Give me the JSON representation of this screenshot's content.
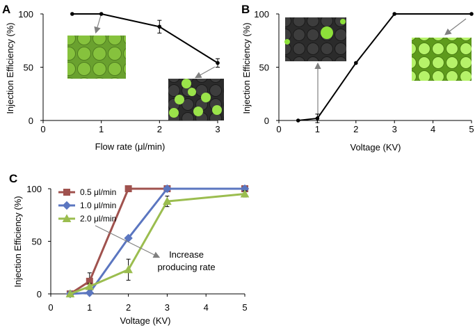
{
  "chart_data": [
    {
      "panel": "A",
      "type": "line",
      "xlabel": "Flow rate (μl/min)",
      "ylabel": "Injection Efficiency (%)",
      "xlim": [
        0,
        3
      ],
      "ylim": [
        0,
        100
      ],
      "xticks": [
        "0",
        "1",
        "2",
        "3"
      ],
      "yticks": [
        "0",
        "50",
        "100"
      ],
      "color": "#000000",
      "series": [
        {
          "x": [
            0.5,
            1,
            2,
            3
          ],
          "y": [
            100,
            100,
            88,
            54
          ],
          "err": [
            0,
            0,
            6,
            4
          ]
        }
      ],
      "insets": [
        "green-droplet-micrograph",
        "mixed-droplet-micrograph"
      ]
    },
    {
      "panel": "B",
      "type": "line",
      "xlabel": "Voltage (KV)",
      "ylabel": "Injection Efficiency (%)",
      "xlim": [
        0,
        5
      ],
      "ylim": [
        0,
        100
      ],
      "xticks": [
        "0",
        "1",
        "2",
        "3",
        "4",
        "5"
      ],
      "yticks": [
        "0",
        "50",
        "100"
      ],
      "color": "#000000",
      "series": [
        {
          "x": [
            0.5,
            1,
            2,
            3,
            5
          ],
          "y": [
            0,
            2,
            54,
            100,
            100
          ],
          "err": [
            0,
            4,
            0,
            0,
            0
          ]
        }
      ],
      "insets": [
        "dark-droplet-micrograph",
        "bright-droplet-micrograph"
      ]
    },
    {
      "panel": "C",
      "type": "line",
      "xlabel": "Voltage (KV)",
      "ylabel": "Injection Efficiency (%)",
      "xlim": [
        0,
        5
      ],
      "ylim": [
        0,
        100
      ],
      "xticks": [
        "0",
        "1",
        "2",
        "3",
        "4",
        "5"
      ],
      "yticks": [
        "0",
        "50",
        "100"
      ],
      "legend_position": "top-left",
      "annotation": [
        "Increase",
        "producing rate"
      ],
      "series": [
        {
          "name": "0.5 μl/min",
          "color": "#a0524e",
          "marker": "square",
          "x": [
            0.5,
            1,
            2,
            3,
            5
          ],
          "y": [
            0,
            12,
            100,
            100,
            100
          ],
          "err": [
            0,
            8,
            0,
            0,
            0
          ]
        },
        {
          "name": "1.0 μl/min",
          "color": "#5b76c0",
          "marker": "diamond",
          "x": [
            0.5,
            1,
            2,
            3,
            5
          ],
          "y": [
            0,
            1,
            53,
            100,
            100
          ],
          "err": [
            0,
            0,
            0,
            0,
            0
          ]
        },
        {
          "name": "2.0 μl/min",
          "color": "#9bbd4f",
          "marker": "triangle",
          "x": [
            0.5,
            1,
            2,
            3,
            5
          ],
          "y": [
            0,
            7,
            23,
            88,
            95
          ],
          "err": [
            0,
            3,
            10,
            5,
            3
          ]
        }
      ]
    }
  ]
}
